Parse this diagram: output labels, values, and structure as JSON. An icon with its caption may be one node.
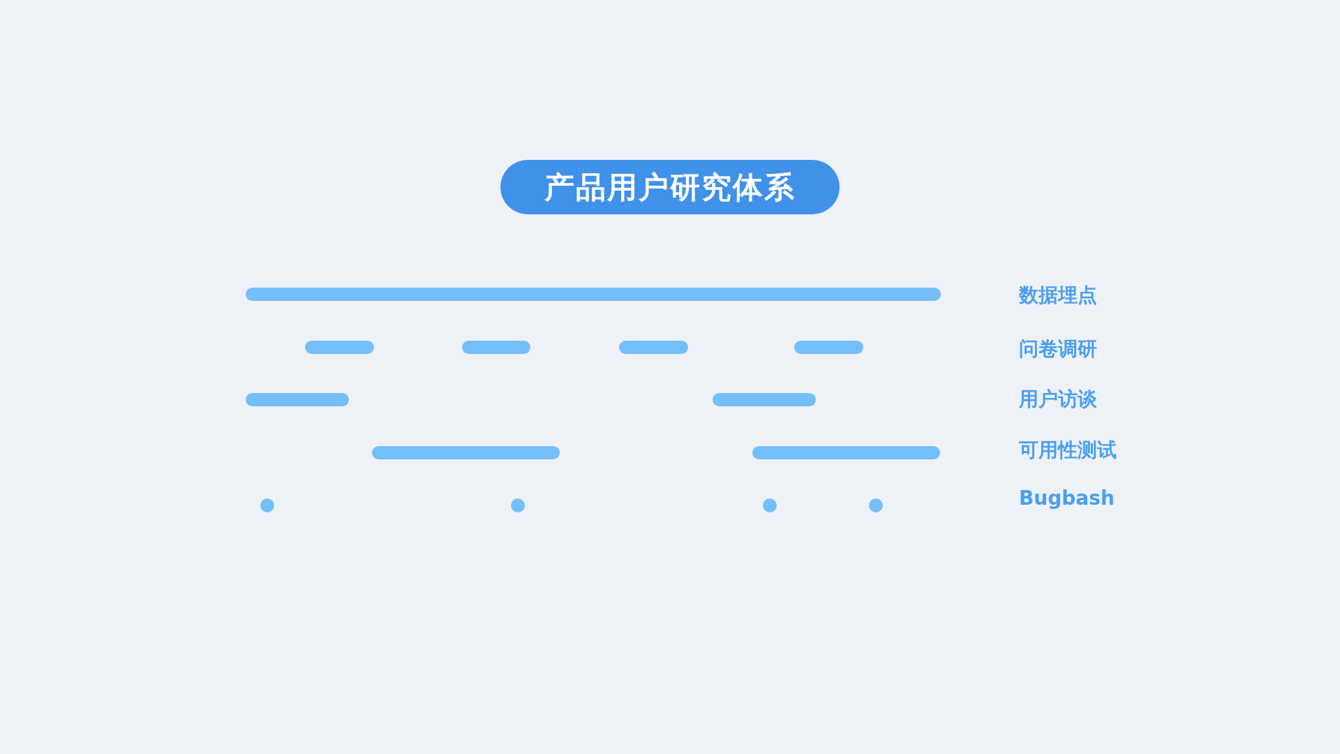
{
  "diagram": {
    "title": "产品用户研究体系",
    "nodes": [
      {
        "text": [],
        "shape": "bar"
      },
      {
        "text": [],
        "shape": "bar"
      },
      {
        "text": [],
        "shape": "bar"
      },
      {
        "text": [],
        "shape": "bar"
      },
      {
        "text": [],
        "shape": "bar"
      },
      {
        "text": [],
        "shape": "bar"
      },
      {
        "text": [],
        "shape": "bar"
      },
      {
        "text": [],
        "shape": "bar"
      },
      {
        "text": [],
        "shape": "bar"
      },
      {
        "text": [],
        "shape": "circle"
      },
      {
        "text": [],
        "shape": "circle"
      },
      {
        "text": [],
        "shape": "circle"
      },
      {
        "text": [],
        "shape": "circle"
      }
    ],
    "labels": [
      "数据埋点",
      "问卷调研",
      "用户访谈",
      "可用性测试",
      "Bugbash"
    ]
  }
}
